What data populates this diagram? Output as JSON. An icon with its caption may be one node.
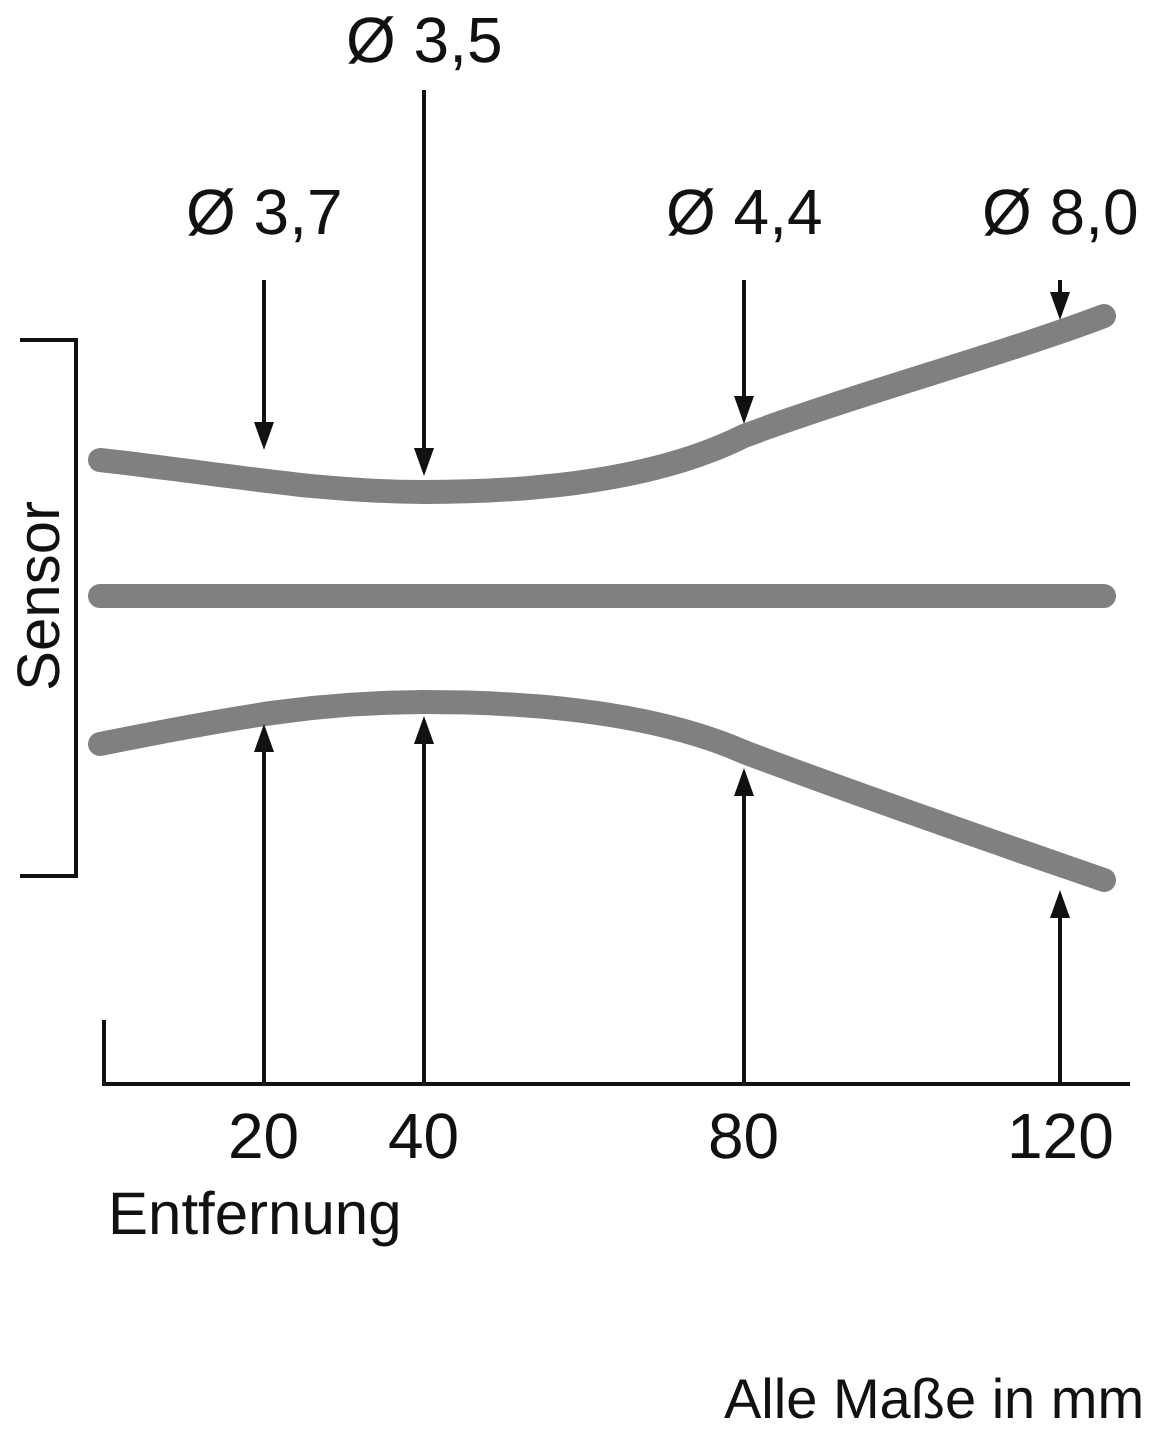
{
  "diagram": {
    "labels": [
      "Ø 3,5",
      "Ø 3,7",
      "Ø 4,4",
      "Ø 8,0",
      "Sensor",
      "20",
      "40",
      "80",
      "120",
      "Entfernung",
      "Alle Maße in mm"
    ]
  }
}
